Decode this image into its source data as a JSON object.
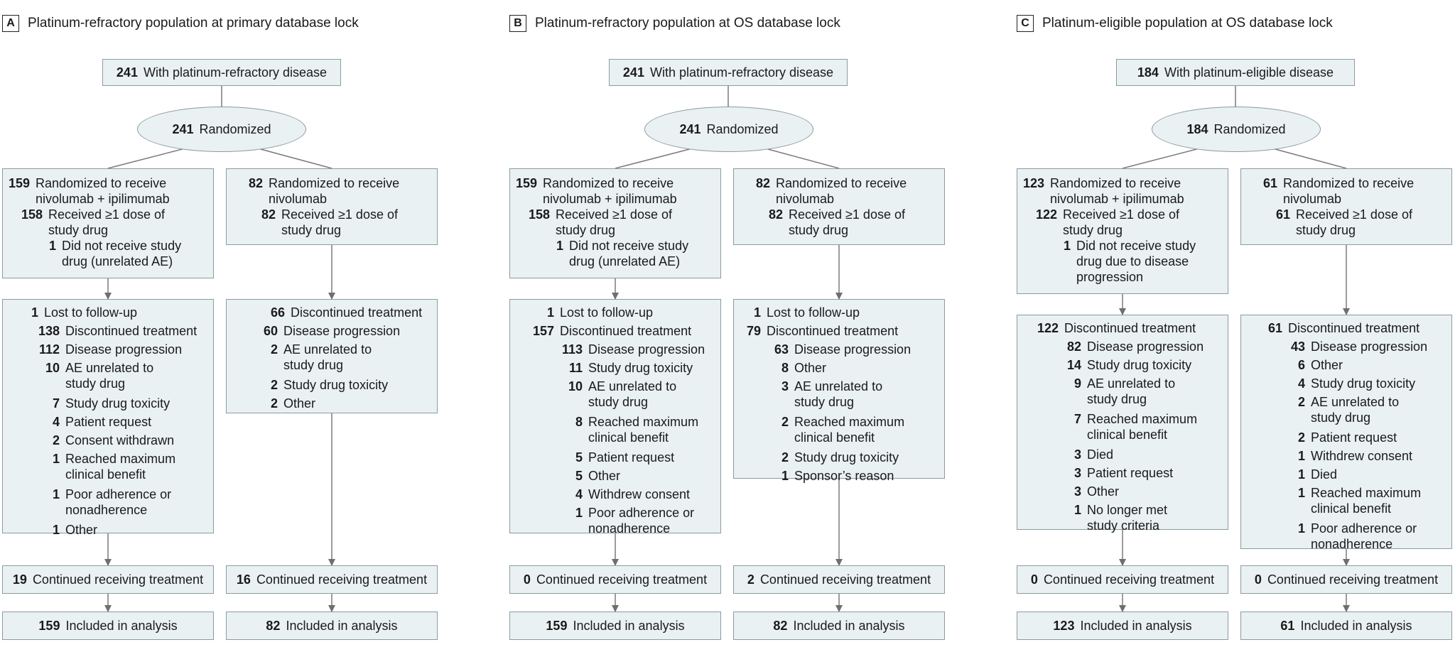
{
  "panels": [
    {
      "letter": "A",
      "title": "Platinum-refractory population at primary database lock",
      "top_box": {
        "n": "241",
        "label": "With platinum-refractory disease"
      },
      "randomized": {
        "n": "241",
        "label": "Randomized"
      },
      "left_arm": [
        {
          "n": "159",
          "label": "Randomized to receive",
          "l2": "nivolumab + ipilimumab"
        },
        {
          "n": "158",
          "label": "Received ≥1 dose of",
          "l2": "study drug"
        },
        {
          "n": "1",
          "label": "Did not receive study",
          "l2": "drug (unrelated AE)"
        }
      ],
      "right_arm": [
        {
          "n": "82",
          "label": "Randomized to receive",
          "l2": "nivolumab"
        },
        {
          "n": "82",
          "label": "Received ≥1 dose of",
          "l2": "study drug"
        }
      ],
      "left_disc": [
        {
          "n": "1",
          "label": "Lost to follow-up"
        },
        {
          "n": "138",
          "label": "Discontinued treatment"
        },
        {
          "n": "112",
          "label": "Disease progression"
        },
        {
          "n": "10",
          "label": "AE unrelated to",
          "l2": "study drug"
        },
        {
          "n": "7",
          "label": "Study drug toxicity"
        },
        {
          "n": "4",
          "label": "Patient request"
        },
        {
          "n": "2",
          "label": "Consent withdrawn"
        },
        {
          "n": "1",
          "label": "Reached maximum",
          "l2": "clinical benefit"
        },
        {
          "n": "1",
          "label": "Poor adherence or",
          "l2": "nonadherence"
        },
        {
          "n": "1",
          "label": "Other"
        }
      ],
      "right_disc": [
        {
          "n": "66",
          "label": "Discontinued treatment"
        },
        {
          "n": "60",
          "label": "Disease progression"
        },
        {
          "n": "2",
          "label": "AE unrelated to",
          "l2": "study drug"
        },
        {
          "n": "2",
          "label": "Study drug toxicity"
        },
        {
          "n": "2",
          "label": "Other"
        }
      ],
      "left_continued": {
        "n": "19",
        "label": "Continued receiving treatment"
      },
      "right_continued": {
        "n": "16",
        "label": "Continued receiving treatment"
      },
      "left_analysis": {
        "n": "159",
        "label": "Included in analysis"
      },
      "right_analysis": {
        "n": "82",
        "label": "Included in analysis"
      }
    },
    {
      "letter": "B",
      "title": "Platinum-refractory population at OS database lock",
      "top_box": {
        "n": "241",
        "label": "With platinum-refractory disease"
      },
      "randomized": {
        "n": "241",
        "label": "Randomized"
      },
      "left_arm": [
        {
          "n": "159",
          "label": "Randomized to receive",
          "l2": "nivolumab + ipilimumab"
        },
        {
          "n": "158",
          "label": "Received ≥1 dose of",
          "l2": "study drug"
        },
        {
          "n": "1",
          "label": "Did not receive study",
          "l2": "drug (unrelated AE)"
        }
      ],
      "right_arm": [
        {
          "n": "82",
          "label": "Randomized to receive",
          "l2": "nivolumab"
        },
        {
          "n": "82",
          "label": "Received ≥1 dose of",
          "l2": "study drug"
        }
      ],
      "left_disc": [
        {
          "n": "1",
          "label": "Lost to follow-up"
        },
        {
          "n": "157",
          "label": "Discontinued treatment"
        },
        {
          "n": "113",
          "label": "Disease progression"
        },
        {
          "n": "11",
          "label": "Study drug toxicity"
        },
        {
          "n": "10",
          "label": "AE unrelated to",
          "l2": "study drug"
        },
        {
          "n": "8",
          "label": "Reached maximum",
          "l2": "clinical benefit"
        },
        {
          "n": "5",
          "label": "Patient request"
        },
        {
          "n": "5",
          "label": "Other"
        },
        {
          "n": "4",
          "label": "Withdrew consent"
        },
        {
          "n": "1",
          "label": "Poor adherence or",
          "l2": "nonadherence"
        }
      ],
      "right_disc": [
        {
          "n": "1",
          "label": "Lost to follow-up"
        },
        {
          "n": "79",
          "label": "Discontinued treatment"
        },
        {
          "n": "63",
          "label": "Disease progression"
        },
        {
          "n": "8",
          "label": "Other"
        },
        {
          "n": "3",
          "label": "AE unrelated to",
          "l2": "study drug"
        },
        {
          "n": "2",
          "label": "Reached maximum",
          "l2": "clinical benefit"
        },
        {
          "n": "2",
          "label": "Study drug toxicity"
        },
        {
          "n": "1",
          "label": "Sponsor’s reason"
        }
      ],
      "left_continued": {
        "n": "0",
        "label": "Continued receiving treatment"
      },
      "right_continued": {
        "n": "2",
        "label": "Continued receiving treatment"
      },
      "left_analysis": {
        "n": "159",
        "label": "Included in analysis"
      },
      "right_analysis": {
        "n": "82",
        "label": "Included in analysis"
      }
    },
    {
      "letter": "C",
      "title": "Platinum-eligible population at OS database lock",
      "top_box": {
        "n": "184",
        "label": "With platinum-eligible disease"
      },
      "randomized": {
        "n": "184",
        "label": "Randomized"
      },
      "left_arm": [
        {
          "n": "123",
          "label": "Randomized to receive",
          "l2": "nivolumab + ipilimumab"
        },
        {
          "n": "122",
          "label": "Received ≥1 dose of",
          "l2": "study drug"
        },
        {
          "n": "1",
          "label": "Did not receive study",
          "l2": "drug due to disease",
          "l3": "progression"
        }
      ],
      "right_arm": [
        {
          "n": "61",
          "label": "Randomized to receive",
          "l2": "nivolumab"
        },
        {
          "n": "61",
          "label": "Received ≥1 dose of",
          "l2": "study drug"
        }
      ],
      "left_disc": [
        {
          "n": "122",
          "label": "Discontinued treatment"
        },
        {
          "n": "82",
          "label": "Disease progression"
        },
        {
          "n": "14",
          "label": "Study drug toxicity"
        },
        {
          "n": "9",
          "label": "AE unrelated to",
          "l2": "study drug"
        },
        {
          "n": "7",
          "label": "Reached maximum",
          "l2": "clinical benefit"
        },
        {
          "n": "3",
          "label": "Died"
        },
        {
          "n": "3",
          "label": "Patient request"
        },
        {
          "n": "3",
          "label": "Other"
        },
        {
          "n": "1",
          "label": "No longer met",
          "l2": "study criteria"
        }
      ],
      "right_disc": [
        {
          "n": "61",
          "label": "Discontinued treatment"
        },
        {
          "n": "43",
          "label": "Disease progression"
        },
        {
          "n": "6",
          "label": "Other"
        },
        {
          "n": "4",
          "label": "Study drug toxicity"
        },
        {
          "n": "2",
          "label": "AE unrelated to",
          "l2": "study drug"
        },
        {
          "n": "2",
          "label": "Patient request"
        },
        {
          "n": "1",
          "label": "Withdrew consent"
        },
        {
          "n": "1",
          "label": "Died"
        },
        {
          "n": "1",
          "label": "Reached maximum",
          "l2": "clinical benefit"
        },
        {
          "n": "1",
          "label": "Poor adherence or",
          "l2": "nonadherence"
        }
      ],
      "left_continued": {
        "n": "0",
        "label": "Continued receiving treatment"
      },
      "right_continued": {
        "n": "0",
        "label": "Continued receiving treatment"
      },
      "left_analysis": {
        "n": "123",
        "label": "Included in analysis"
      },
      "right_analysis": {
        "n": "61",
        "label": "Included in analysis"
      }
    }
  ]
}
